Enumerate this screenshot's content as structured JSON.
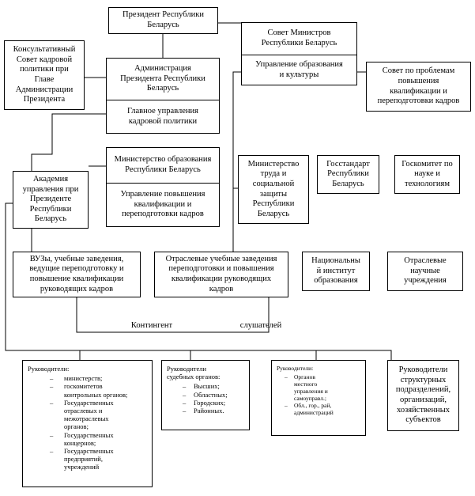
{
  "president": "Президент Республики\nБеларусь",
  "council_ministers": "Совет Министров\nРеспублики Беларусь",
  "mgmt_education_culture": "Управление образования\nи культуры",
  "council_qualification": "Совет по проблемам\nповышения\nквалификации и\nпереподготовки кадров",
  "advisory_council": "Консультативный\nСовет кадровой\nполитики при\nГлаве\nАдминистрации\nПрезидента",
  "administration": "Администрация\nПрезидента Республики\nБеларусь",
  "main_hr_mgmt": "Главное управления\nкадровой политики",
  "ministry_education": "Министерство образования\nРеспублики Беларусь",
  "mgmt_qualification": "Управление повышения\nквалификации и\nпереподготовки кадров",
  "academy": "Академия\nуправления при\nПрезиденте\nРеспублики\nБеларусь",
  "ministry_labor": "Министерство\nтруда и\nсоциальной\nзащиты\nРеспублики\nБеларусь",
  "gosstandart": "Госстандарт\nРеспублики\nБеларусь",
  "goskomitet": "Госкомитет по\nнауке и\nтехнологиям",
  "universities": "ВУЗы, учебные заведения,\nведущие переподготовку и\nповышение квалификации\nруководящих кадров",
  "sectoral_institutions": "Отраслевые учебные заведения\nпереподготовки и повышения\nквалификации руководящих\nкадров",
  "national_institute": "Национальны\nй институт\nобразования",
  "sectoral_science": "Отраслевые\nнаучные\nучреждения",
  "contingent_label": "Контингент",
  "listeners_label": "слушателей",
  "group1": {
    "title": "Руководители:",
    "items": [
      "министерств;",
      "госкомитетов\nконтрольных органов;",
      "Государственных\nотраслевых          и\nмежотраслевых\nорганов;",
      "Государственных\nконцернов;",
      "Государственных\nпредприятий,\nучреждений"
    ]
  },
  "group2": {
    "title": "Руководители\nсудебных органов:",
    "items": [
      "Высших;",
      "Областных;",
      "Городских;",
      "Районных."
    ]
  },
  "group3": {
    "title": "Руководители:",
    "items": [
      "Органов\nместного\nуправления      и\nсамоуправл.;",
      "Обл., гор.,   рай,\nадминистраций"
    ]
  },
  "group4": "Руководители\nструктурных\nподразделений,\nорганизаций,\nхозяйственных\nсубъектов"
}
